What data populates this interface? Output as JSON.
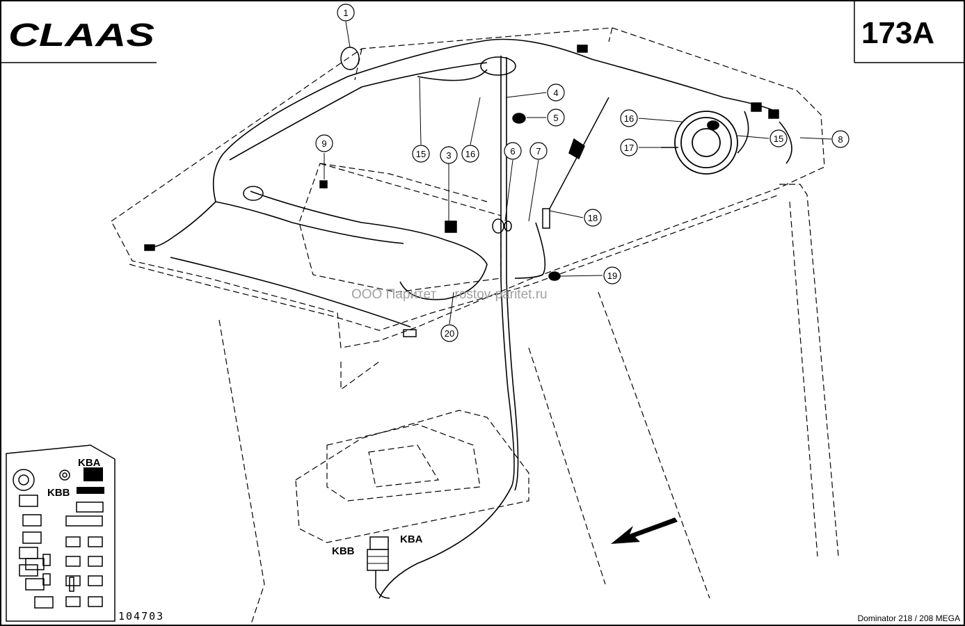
{
  "brand": {
    "logo_text": "CLAAS"
  },
  "page": {
    "plate_number": "173A",
    "drawing_number": "104703",
    "model_caption": "Dominator 218 / 208 MEGA"
  },
  "watermark": {
    "text": "ООО Паритет     rostov-paritet.ru"
  },
  "callouts": {
    "c1": "1",
    "c3": "3",
    "c4": "4",
    "c5": "5",
    "c6": "6",
    "c7": "7",
    "c8": "8",
    "c9": "9",
    "c15a": "15",
    "c15b": "15",
    "c16a": "16",
    "c16b": "16",
    "c17": "17",
    "c18": "18",
    "c19": "19",
    "c20": "20"
  },
  "connectors": {
    "kba": "KBA",
    "kbb": "KBB"
  },
  "inset": {
    "kba": "KBA",
    "kbb": "KBB"
  }
}
